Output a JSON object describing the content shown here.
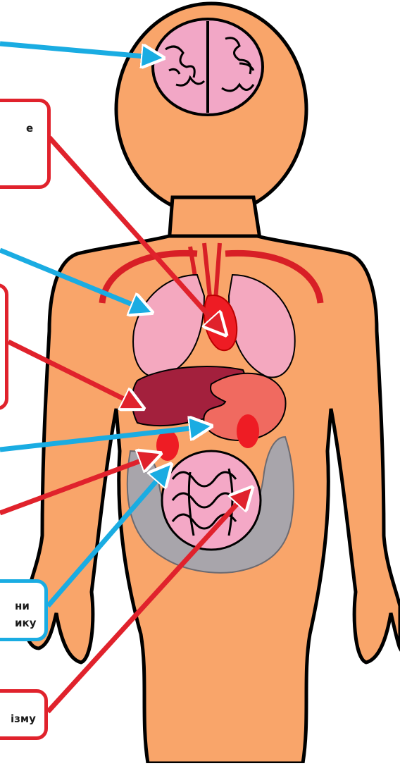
{
  "colors": {
    "skin": "#F9A56A",
    "outline": "#000000",
    "red_arrow": "#E0222C",
    "blue_arrow": "#1AACE2",
    "brain": "#F2A7C6",
    "lungs": "#F4A8BF",
    "liver": "#A3203D",
    "stomach": "#F06A60",
    "kidney": "#EE1C24",
    "intestine_small": "#F4A8C6",
    "intestine_large": "#A8A5AB",
    "heart": "#EE1C24",
    "vessels": "#D81F26"
  },
  "labels": {
    "heart_box_fragment": "е",
    "small_intestine_box_line1": "ни",
    "small_intestine_box_line2": "ику",
    "large_intestine_box_fragment": "ізму"
  }
}
